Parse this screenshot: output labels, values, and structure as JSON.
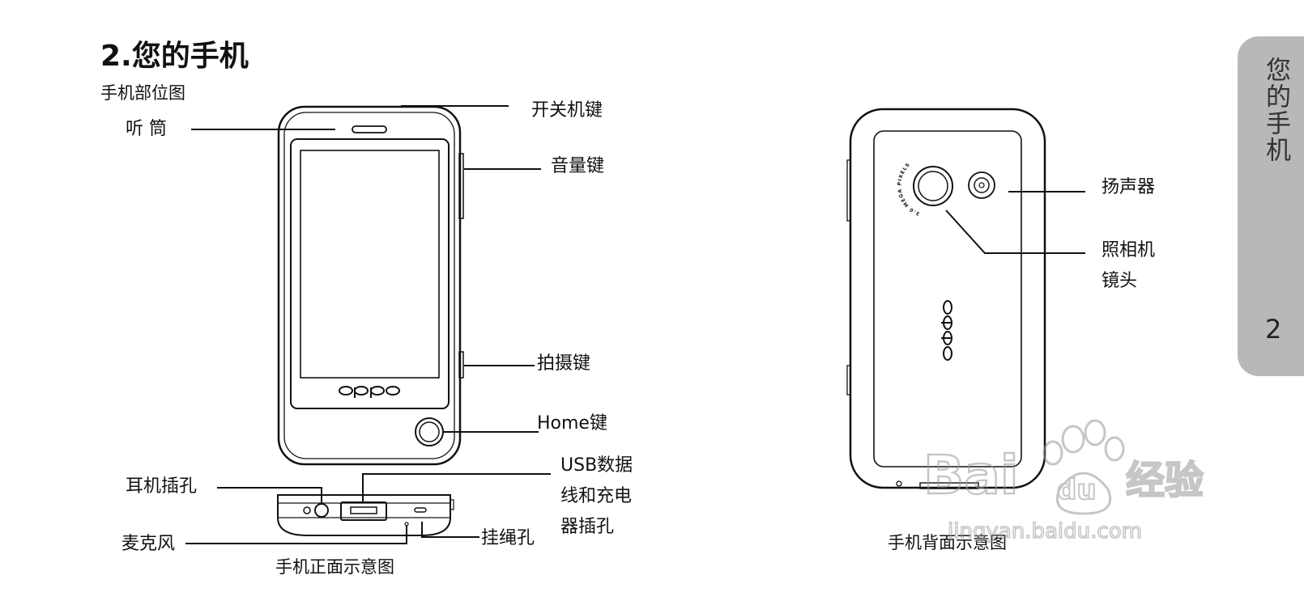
{
  "header": {
    "title": "2.您的手机",
    "subtitle": "手机部位图"
  },
  "side_tab": {
    "title": "您的手机",
    "page_number": "2"
  },
  "front_labels": {
    "earpiece": "听 筒",
    "power_key": "开关机键",
    "volume_key": "音量键",
    "camera_key": "拍摄键",
    "home_key": "Home键",
    "headphone_jack": "耳机插孔",
    "usb_port": [
      "USB数据",
      "线和充电",
      "器插孔"
    ],
    "microphone": "麦克风",
    "strap_hole": "挂绳孔"
  },
  "back_labels": {
    "speaker": "扬声器",
    "camera_lens": [
      "照相机",
      "镜头"
    ]
  },
  "captions": {
    "front": "手机正面示意图",
    "back": "手机背面示意图"
  },
  "device_marks": {
    "brand_logo": "oppo",
    "camera_ring_text": "3.0 MEGA PIXELS"
  },
  "watermark": {
    "logo": "Baidu经验",
    "url": "jingyan.baidu.com"
  }
}
